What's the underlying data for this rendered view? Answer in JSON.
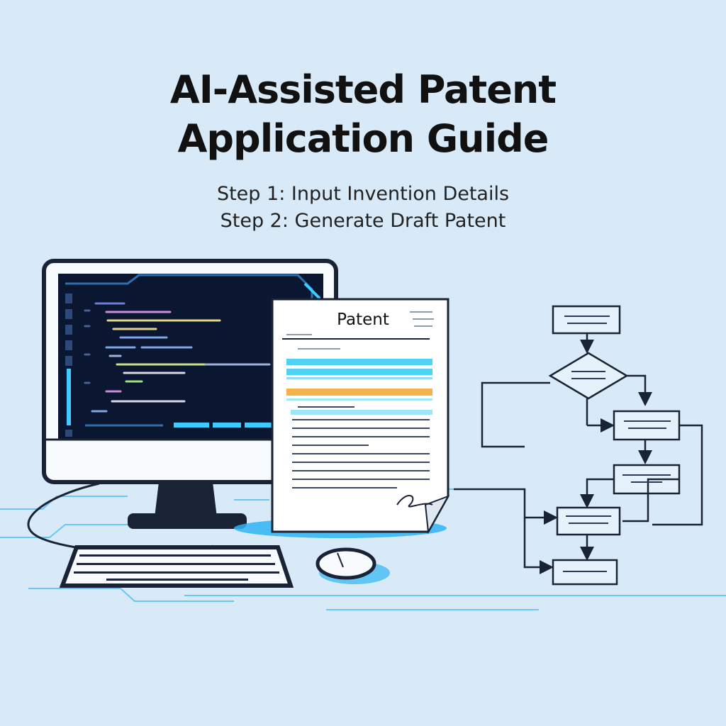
{
  "title": {
    "line1": "AI-Assisted Patent",
    "line2": "Application Guide"
  },
  "steps": [
    {
      "label": "Step 1: Input Invention Details"
    },
    {
      "label": "Step 2: Generate Draft Patent"
    }
  ],
  "document": {
    "heading": "Patent"
  },
  "colors": {
    "background": "#d8eaf7",
    "accent": "#1fa8f0",
    "screen": "#0b1631",
    "outline": "#1a2335",
    "highlight_cyan": "#4fd2f4",
    "highlight_orange": "#f5b24a"
  }
}
